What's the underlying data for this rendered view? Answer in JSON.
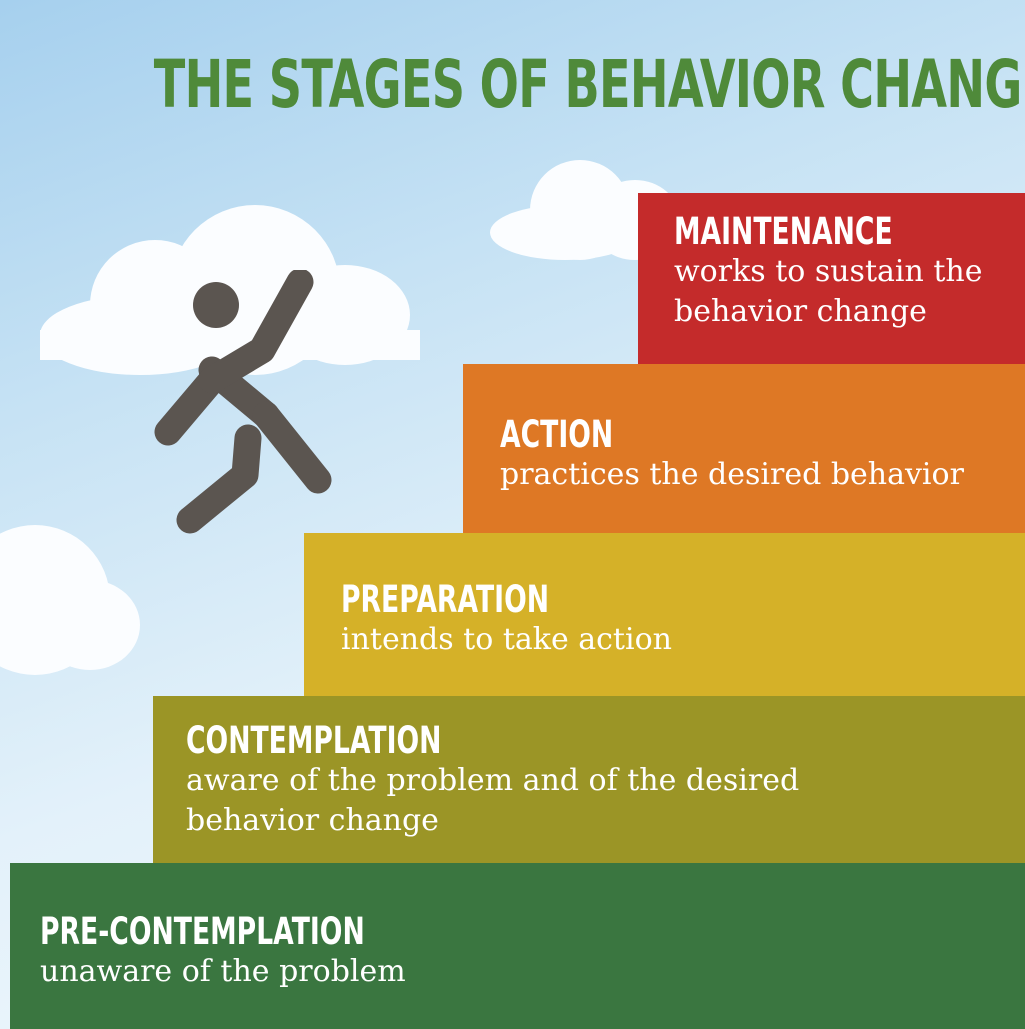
{
  "title": "THE STAGES OF BEHAVIOR CHANGE",
  "stages": [
    {
      "label": "MAINTENANCE",
      "description": "works to sustain the behavior change",
      "color": "#c42b2b"
    },
    {
      "label": "ACTION",
      "description": "practices the desired behavior",
      "color": "#de7825"
    },
    {
      "label": "PREPARATION",
      "description": "intends to take action",
      "color": "#d5b128"
    },
    {
      "label": "CONTEMPLATION",
      "description": "aware of the problem and of the desired behavior change",
      "color": "#9b9526"
    },
    {
      "label": "PRE-CONTEMPLATION",
      "description": "unaware of the problem",
      "color": "#3a7640"
    }
  ],
  "colors": {
    "title": "#4f8a3a",
    "figure": "#5b5550",
    "sky": "#c6e2f4",
    "cloud": "#fbfdff"
  },
  "icons": {
    "figure": "climbing-person-icon"
  }
}
